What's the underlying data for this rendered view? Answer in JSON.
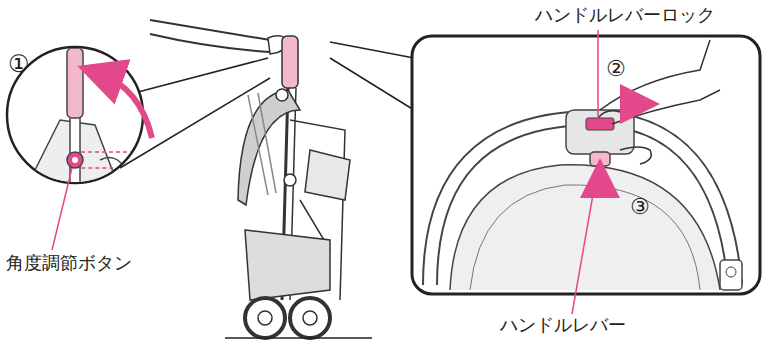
{
  "diagram": {
    "labels": [
      "ハンドルレバーロック",
      "①",
      "②",
      "③",
      "角度調節ボタン",
      "ハンドルレバー"
    ]
  }
}
